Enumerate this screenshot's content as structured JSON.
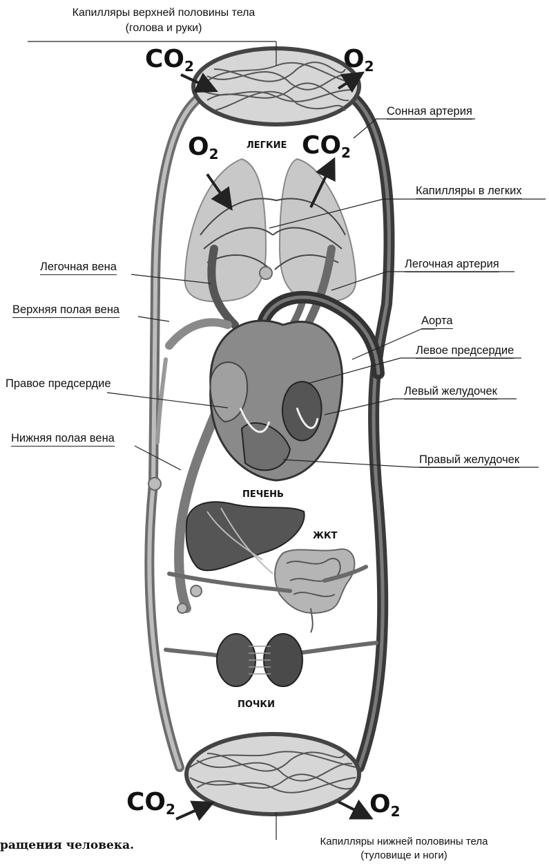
{
  "labels": {
    "upper_capillaries_1": "Капилляры верхней половины тела",
    "upper_capillaries_2": "(голова и руки)",
    "carotid": "Сонная артерия",
    "lung_capillaries": "Капилляры в легких",
    "pulmonary_vein": "Легочная вена",
    "pulmonary_artery": "Легочная артерия",
    "superior_vena_cava": "Верхняя полая вена",
    "aorta": "Аорта",
    "left_atrium": "Левое предсердие",
    "right_atrium": "Правое предсердие",
    "left_ventricle": "Левый желудочек",
    "inferior_vena_cava": "Нижняя полая вена",
    "right_ventricle": "Правый желудочек",
    "lower_capillaries_1": "Капилляры нижней половины тела",
    "lower_capillaries_2": "(туловище и ноги)"
  },
  "organs": {
    "lungs": "ЛЕГКИЕ",
    "liver": "ПЕЧЕНЬ",
    "gi": "ЖКТ",
    "kidneys": "ПОЧКИ"
  },
  "gases": {
    "co2_base": "CO",
    "o2_base": "O",
    "sub": "2"
  },
  "caption": "ращения человека.",
  "colors": {
    "ink": "#111111",
    "vessel_dark": "#3a3a3a",
    "vessel_light": "#9a9a9a",
    "organ_fill": "#8c8c8c"
  }
}
